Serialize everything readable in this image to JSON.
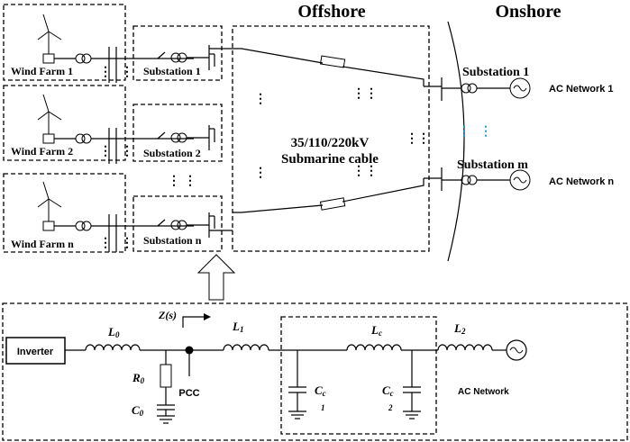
{
  "header": {
    "offshore": "Offshore",
    "onshore": "Onshore"
  },
  "wind_farms": [
    "Wind Farm 1",
    "Wind Farm 2",
    "Wind Farm n"
  ],
  "offshore_substations": [
    "Substation 1",
    "Substation 2",
    "Substation n"
  ],
  "cable": {
    "line1": "35/110/220kV",
    "line2": "Submarine cable"
  },
  "onshore_substations": [
    "Substation 1",
    "Substation m"
  ],
  "ac_networks": [
    "AC Network 1",
    "AC Network n"
  ],
  "circuit": {
    "inverter": "Inverter",
    "l0": "L",
    "l0_sub": "0",
    "z": "Z(s)",
    "l1": "L",
    "l1_sub": "1",
    "lc": "L",
    "lc_sub": "c",
    "l2": "L",
    "l2_sub": "2",
    "r0": "R",
    "r0_sub": "0",
    "c0": "C",
    "c0_sub": "0",
    "pcc": "PCC",
    "cc1": "C",
    "cc1_sub": "c",
    "cc1_idx": "1",
    "cc2": "C",
    "cc2_sub": "c",
    "cc2_idx": "2",
    "ac_network": "AC Network"
  },
  "colors": {
    "ellipsis_onshore": "#1ea0d6"
  }
}
